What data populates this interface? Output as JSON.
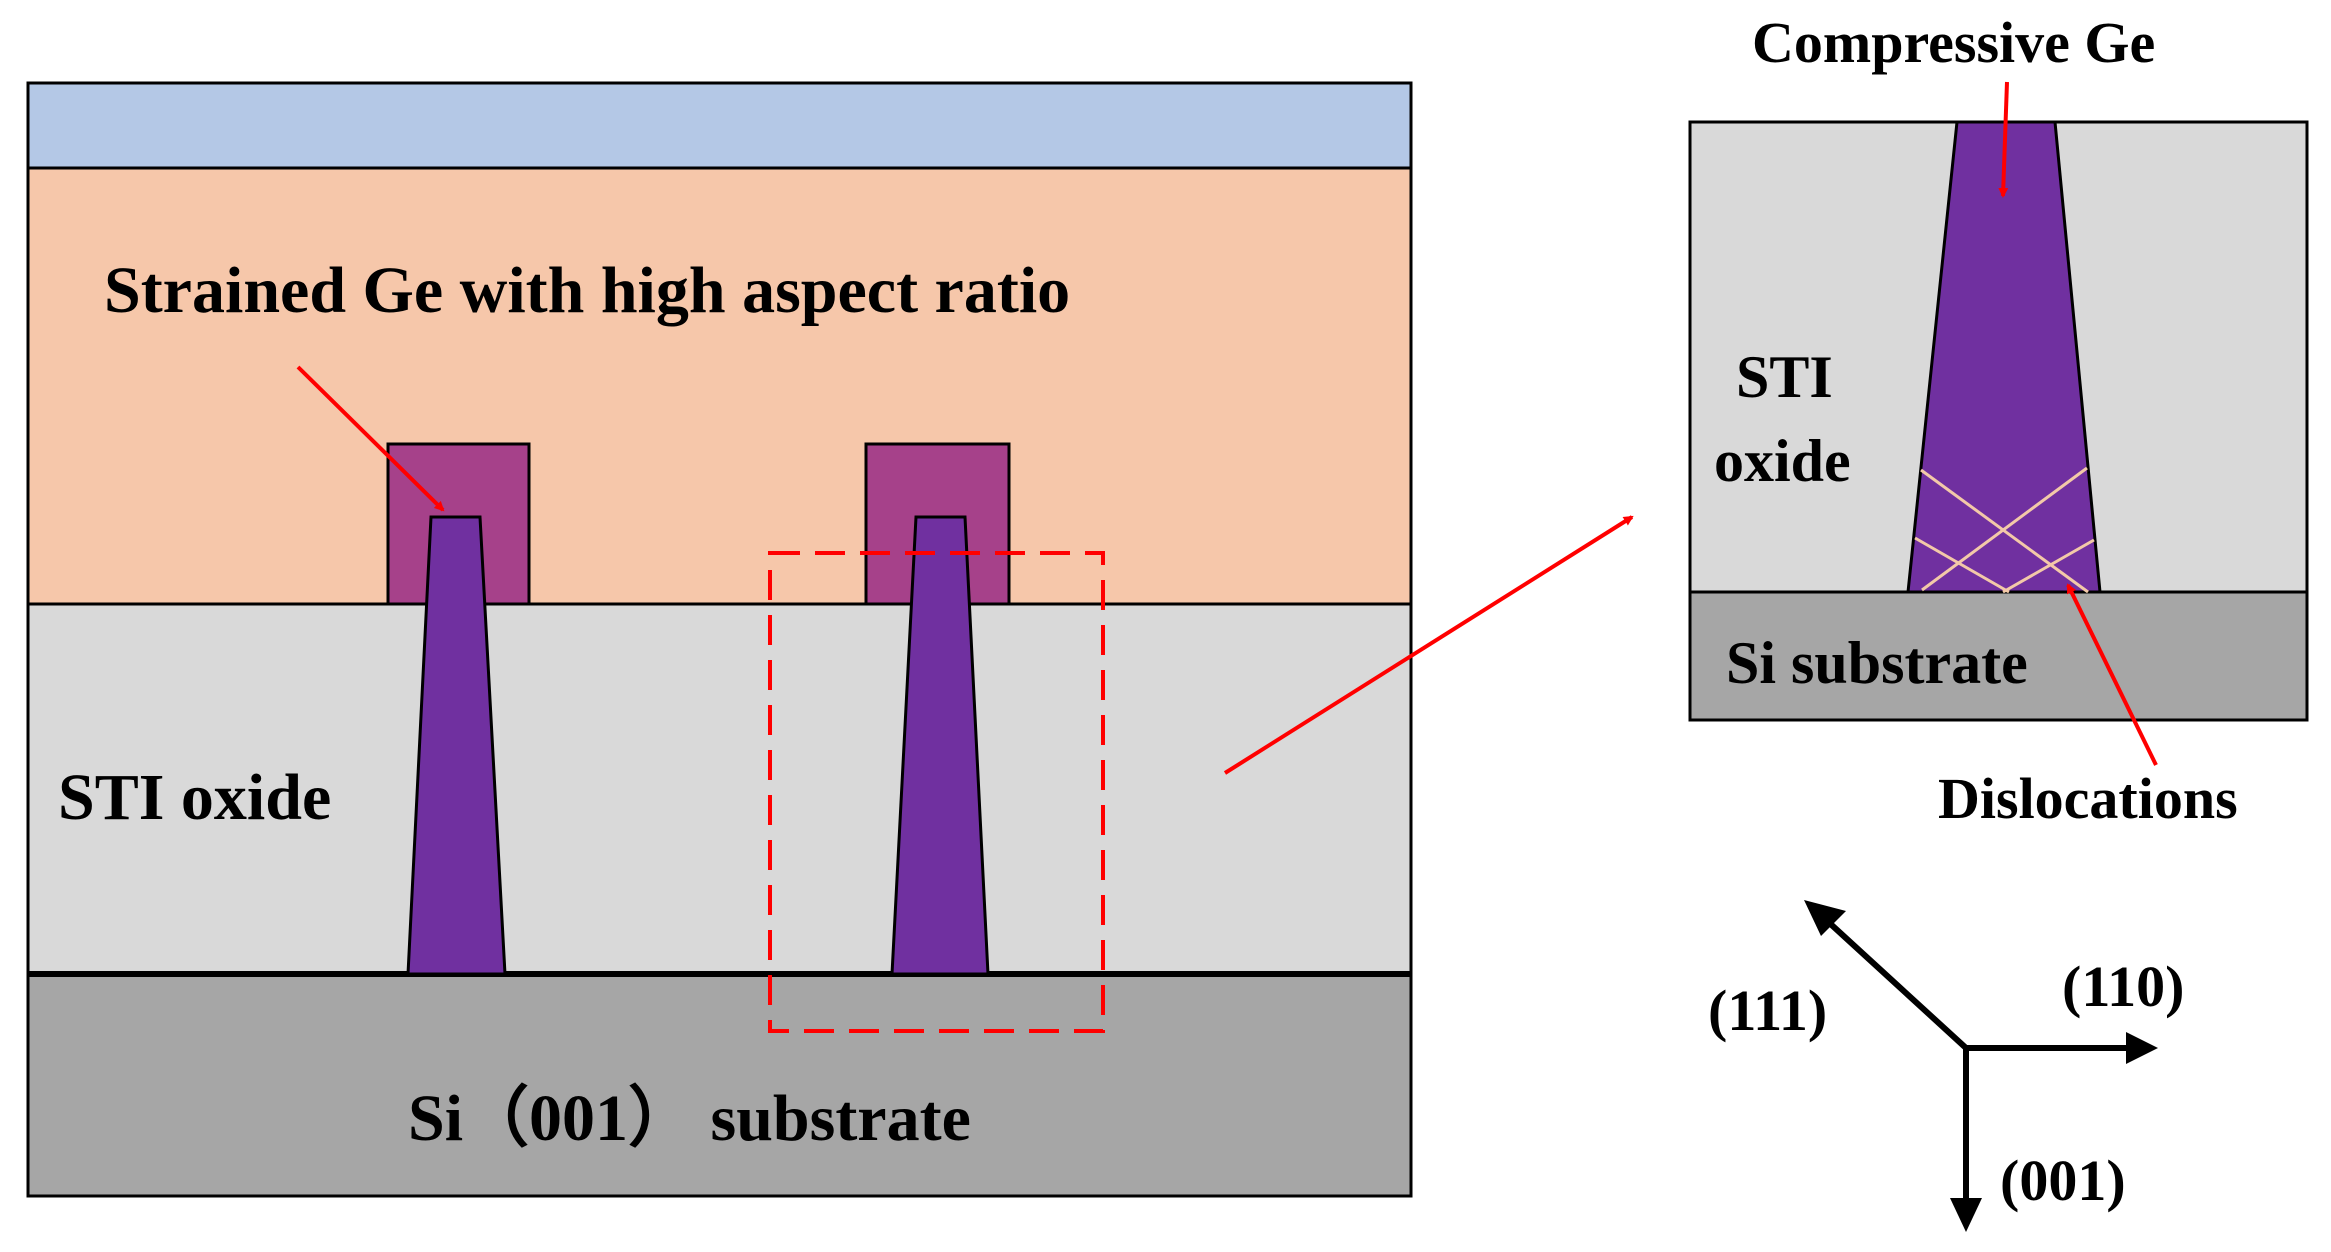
{
  "labels": {
    "strained_ge": "Strained Ge with high aspect ratio",
    "sti_oxide_main": "STI oxide",
    "si_substrate_main": "Si（001） substrate",
    "compressive_ge": "Compressive Ge",
    "sti_inset_line1": "STI",
    "sti_inset_line2": "oxide",
    "si_substrate_inset": "Si substrate",
    "dislocations": "Dislocations",
    "axis_111": "(111)",
    "axis_110": "(110)",
    "axis_001": "(001)"
  },
  "colors": {
    "cap_layer": "#b4c8e6",
    "upper_layer": "#f6c7aa",
    "sti_oxide": "#d9d9d9",
    "si_substrate": "#a6a6a6",
    "ge_fin": "#7030a0",
    "ge_cap": "#a6418a",
    "dislocation_lines": "#f3c9a8",
    "callout_arrow": "#ff0000",
    "highlight_box": "#ff0000",
    "outline": "#000000"
  }
}
